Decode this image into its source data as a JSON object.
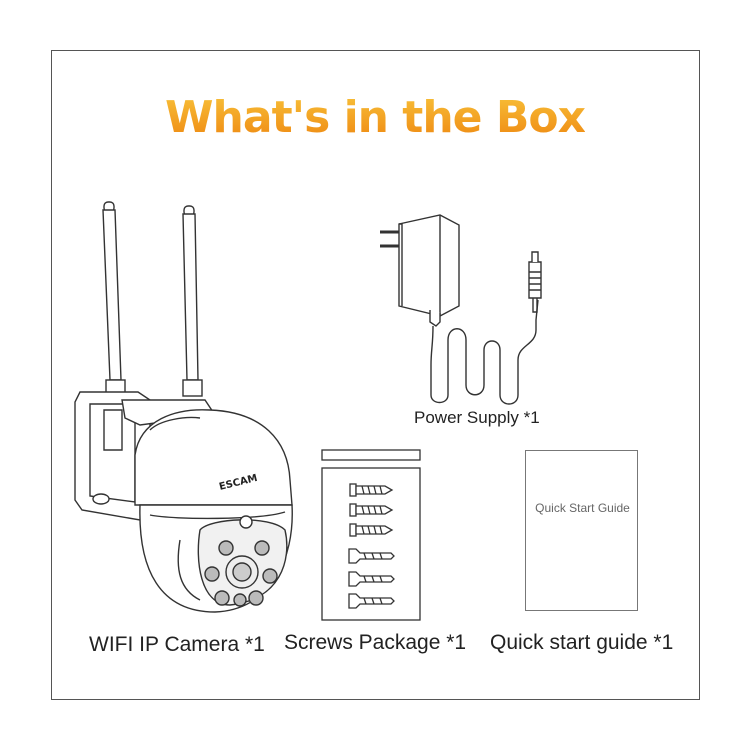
{
  "title": "What's in the Box",
  "colors": {
    "title_top": "#f6b21a",
    "title_bottom": "#f08a10",
    "outline": "#333333"
  },
  "items": {
    "power_supply": {
      "label": "Power Supply  *1"
    },
    "camera": {
      "label": "WIFI IP Camera  *1",
      "brand": "ESCAM"
    },
    "screws": {
      "label": "Screws Package  *1"
    },
    "guide": {
      "label": "Quick start guide  *1",
      "cover_text": "Quick Start Guide"
    }
  }
}
